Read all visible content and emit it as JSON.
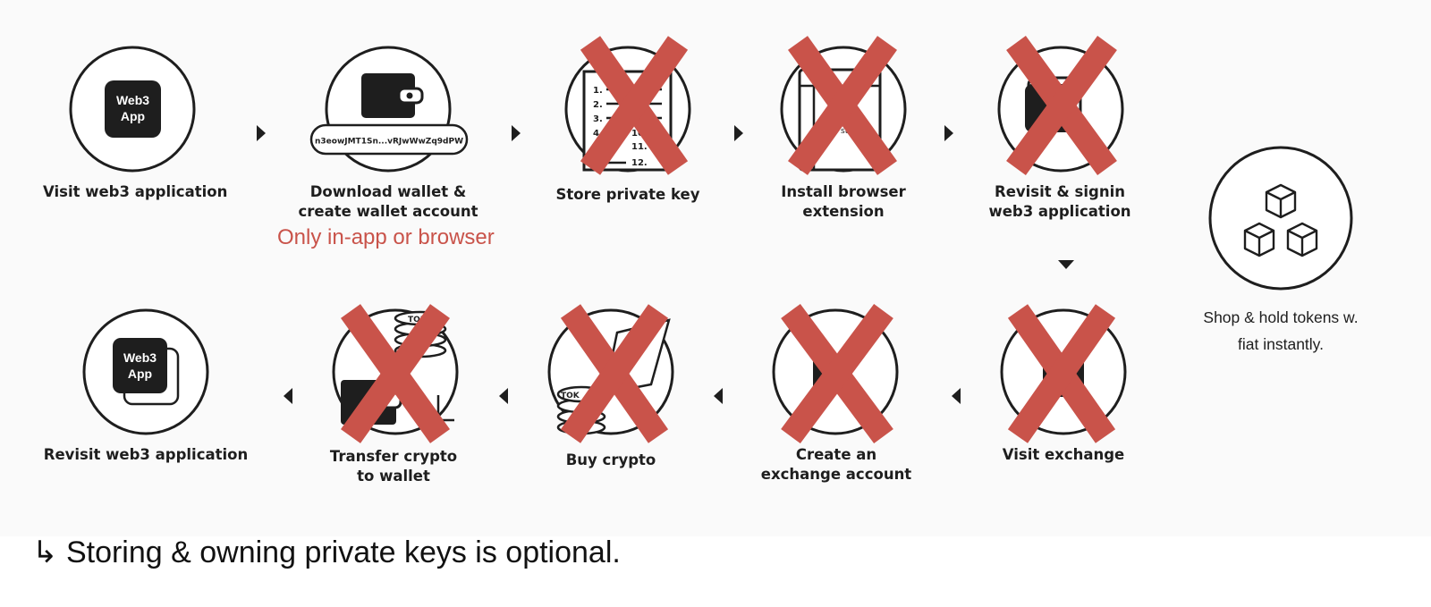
{
  "steps": {
    "visit_app": {
      "line1": "Visit web3 application",
      "line2": "",
      "badge1": "Web3",
      "badge2": "App"
    },
    "download_wallet": {
      "line1": "Download wallet &",
      "line2": "create wallet account",
      "address": "n3eowJMT1Sn...vRJwWwZq9dPW"
    },
    "store_key": {
      "line1": "Store private key",
      "line2": "",
      "numbers": [
        "1.",
        "2.",
        "3.",
        "4.",
        "10.",
        "11.",
        "12."
      ]
    },
    "install_extension": {
      "line1": "Install browser",
      "line2": "extension",
      "fragment": "stall"
    },
    "revisit_signin": {
      "line1": "Revisit & signin",
      "line2": "web3 application",
      "fragment": "W"
    },
    "visit_exchange": {
      "line1": "Visit exchange",
      "line2": ""
    },
    "create_exchange": {
      "line1": "Create an",
      "line2": "exchange account"
    },
    "buy_crypto": {
      "line1": "Buy crypto",
      "line2": "",
      "token": "TOK"
    },
    "transfer_crypto": {
      "line1": "Transfer crypto",
      "line2": "to wallet",
      "token": "TOK"
    },
    "revisit_app": {
      "line1": "Revisit web3 application",
      "line2": "",
      "badge1": "Web3",
      "badge2": "App"
    }
  },
  "annotation": "Only in-app or browser",
  "side": {
    "line1": "Shop & hold tokens w.",
    "line2": "fiat instantly."
  },
  "footer": {
    "arrow": "↳",
    "text": "Storing & owning private keys is optional."
  },
  "colors": {
    "cross": "#c9534a",
    "ink": "#1e1e1e",
    "panel": "#fafafa"
  },
  "icons": {
    "visit_app": "web3-app-icon",
    "download_wallet": "wallet-icon",
    "store_key": "seed-phrase-icon",
    "install_extension": "browser-extension-icon",
    "revisit_signin": "web3-app-icon",
    "visit_exchange": "exchange-icon",
    "create_exchange": "exchange-account-icon",
    "buy_crypto": "coins-icon",
    "transfer_crypto": "wallet-coins-icon",
    "revisit_app": "web3-app-stacked-icon",
    "side": "cubes-icon",
    "crossed": "cross-icon"
  }
}
